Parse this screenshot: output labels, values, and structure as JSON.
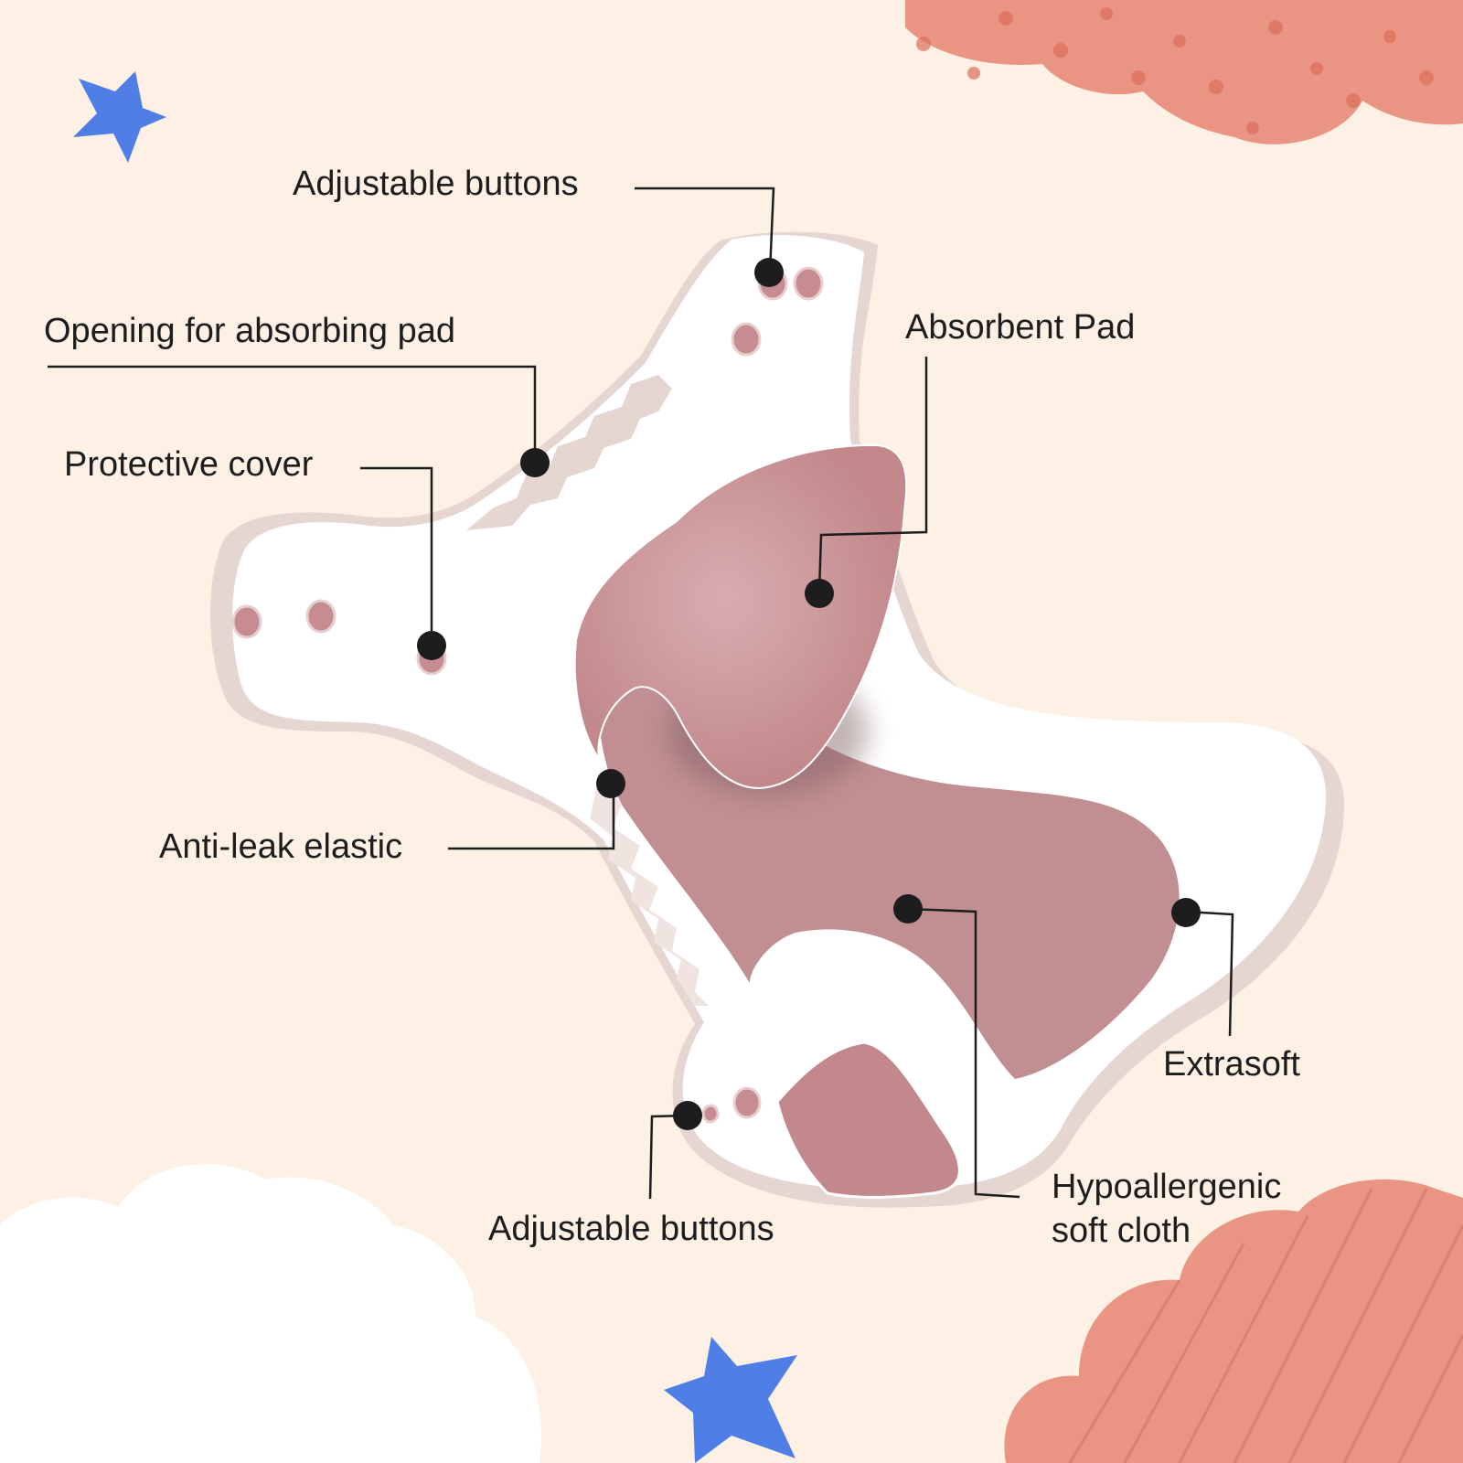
{
  "colors": {
    "background": "#fdf1e5",
    "pad": "#c2888b",
    "pad_highlight": "#d8adb0",
    "cloth": "#c18f92",
    "cover": "#ffffff",
    "cover_edge": "#e6d6d2",
    "button": "#c78c91",
    "cloud_coral": "#ea9583",
    "cloud_white": "#ffffff",
    "star": "#4f7fe6",
    "callout": "#1d1d1d"
  },
  "labels": {
    "adjustable_buttons_top": "Adjustable buttons",
    "opening": "Opening for absorbing pad",
    "protective_cover": "Protective cover",
    "absorbent_pad": "Absorbent Pad",
    "anti_leak": "Anti-leak elastic",
    "extrasoft": "Extrasoft",
    "adjustable_buttons_bottom": "Adjustable buttons",
    "hypo_line1": "Hypoallergenic",
    "hypo_line2": "soft cloth"
  },
  "icons": {
    "star": "star-icon",
    "cloud": "cloud-icon",
    "callout_dot": "callout-dot-icon"
  }
}
